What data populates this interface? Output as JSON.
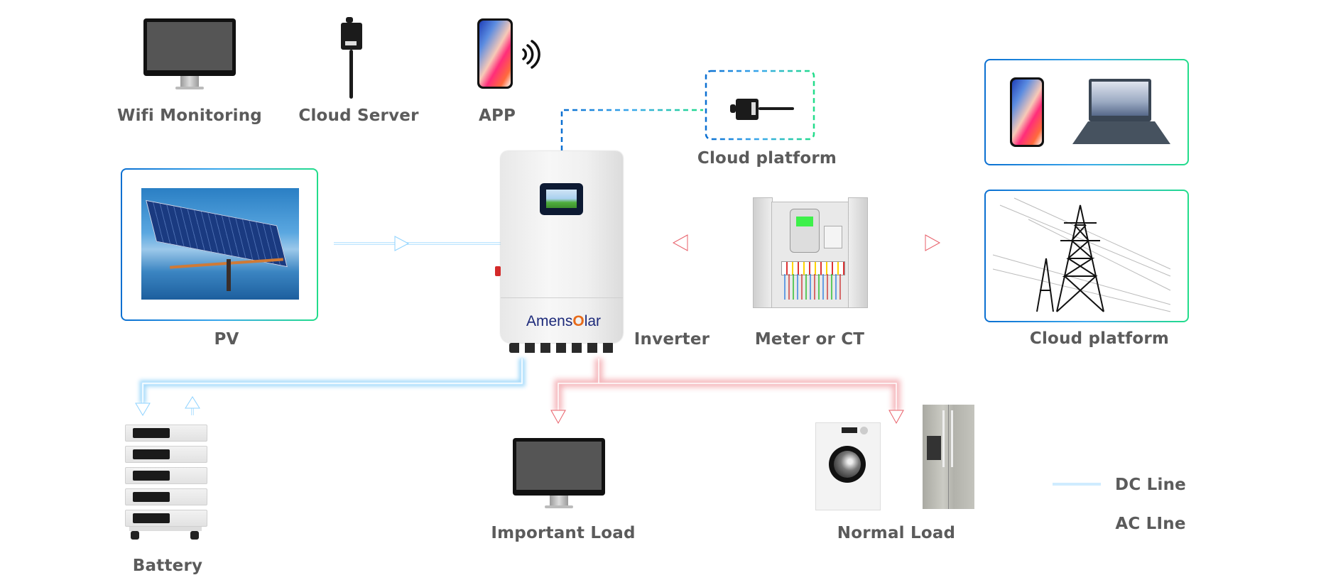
{
  "top_row": {
    "wifi_monitoring": "Wifi Monitoring",
    "cloud_server": "Cloud Server",
    "app": "APP"
  },
  "nodes": {
    "cloud_platform_device": "Cloud platform",
    "inverter": "Inverter",
    "inverter_brand": {
      "prefix": "Amens",
      "o": "O",
      "suffix": "lar"
    },
    "meter": "Meter or CT",
    "grid": "Cloud platform",
    "pv": "PV",
    "battery": "Battery",
    "important_load": "Important Load",
    "normal_load": "Normal Load"
  },
  "legend": {
    "dc": {
      "label": "DC Line",
      "color": "#5bbcf5"
    },
    "ac": {
      "label": "AC LIne",
      "color": "#e8606a"
    }
  },
  "colors": {
    "text": "#5b5b5b",
    "gradient_start": "#0a6fd1",
    "gradient_mid": "#3aa8ec",
    "gradient_end": "#22dd8a",
    "dc_glow": "#5bbcf5",
    "ac_glow": "#e8606a"
  }
}
